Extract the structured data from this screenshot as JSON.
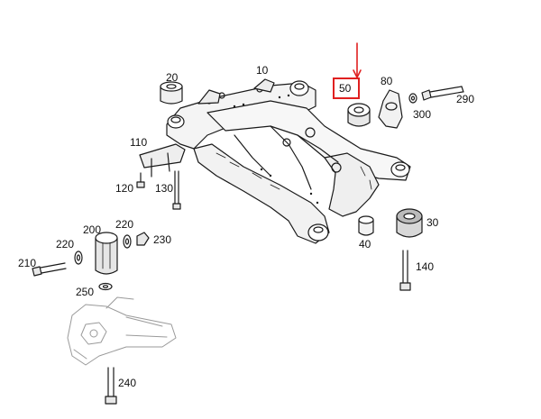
{
  "diagram": {
    "highlight_color": "#e02020",
    "labels": {
      "p10": "10",
      "p20": "20",
      "p30": "30",
      "p40": "40",
      "p50": "50",
      "p80": "80",
      "p110": "110",
      "p120": "120",
      "p130": "130",
      "p140": "140",
      "p200": "200",
      "p210": "210",
      "p220a": "220",
      "p220b": "220",
      "p230": "230",
      "p240": "240",
      "p250": "250",
      "p290": "290",
      "p300": "300"
    }
  }
}
